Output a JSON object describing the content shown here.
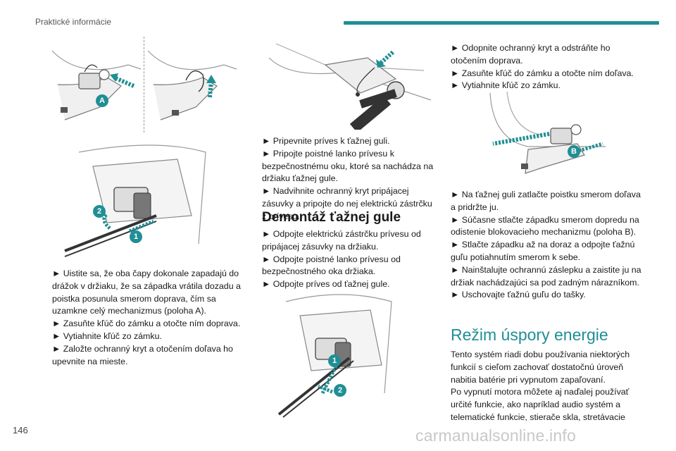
{
  "header": {
    "section": "Praktické informácie",
    "accent_color": "#1f8f95"
  },
  "page": {
    "number": "146"
  },
  "watermark": "carmanualsonline.info",
  "left_column": {
    "paragraphs": [
      "► Uistite sa, že oba čapy dokonale zapadajú do drážok v držiaku, že sa západka vrátila dozadu a poistka posunula smerom doprava, čím sa uzamkne celý mechanizmus (poloha A).",
      "► Zasuňte kľúč do zámku a otočte ním doprava.",
      "► Vytiahnite kľúč zo zámku.",
      "► Založte ochranný kryt a otočením doľava ho upevnite na mieste."
    ]
  },
  "middle_column": {
    "paragraphs": [
      "► Pripevnite príves k ťažnej guli.",
      "► Pripojte poistné lanko prívesu k bezpečnostnému oku, ktoré sa nachádza na držiaku ťažnej gule.",
      "► Nadvihnite ochranný kryt pripájacej zásuvky a pripojte do nej elektrickú zástrčku z prívesu."
    ],
    "heading": "Demontáž ťažnej gule",
    "paragraphs2": [
      "► Odpojte elektrickú zástrčku prívesu od pripájacej zásuvky na držiaku.",
      "► Odpojte poistné lanko prívesu od bezpečnostného oka držiaka.",
      "► Odpojte príves od ťažnej gule."
    ]
  },
  "right_column": {
    "paragraphs_top": [
      "► Odopnite ochranný kryt a odstráňte ho otočením doprava.",
      "► Zasuňte kľúč do zámku a otočte ním doľava.",
      "► Vytiahnite kľúč zo zámku."
    ],
    "paragraphs_mid": [
      "► Na ťažnej guli zatlačte poistku smerom doľava a pridržte ju.",
      "► Súčasne stlačte západku smerom dopredu na odistenie blokovacieho mechanizmu (poloha B).",
      "► Stlačte západku až na doraz a odpojte ťažnú guľu potiahnutím smerom k sebe.",
      "► Nainštalujte ochrannú záslepku a zaistite ju na držiak nachádzajúci sa pod zadným nárazníkom.",
      "► Uschovajte ťažnú guľu do tašky."
    ],
    "heading": "Režim úspory energie",
    "paragraphs_bottom": [
      "Tento systém riadi dobu používania niektorých funkcií s cieľom zachovať dostatočnú úroveň nabitia batérie pri vypnutom zapaľovaní.",
      "Po vypnutí motora môžete aj naďalej používať určité funkcie, ako napríklad audio systém a telematické funkcie, stierače skla, stretávacie"
    ]
  },
  "callouts": {
    "a": "A",
    "b": "B",
    "one": "1",
    "two": "2"
  }
}
